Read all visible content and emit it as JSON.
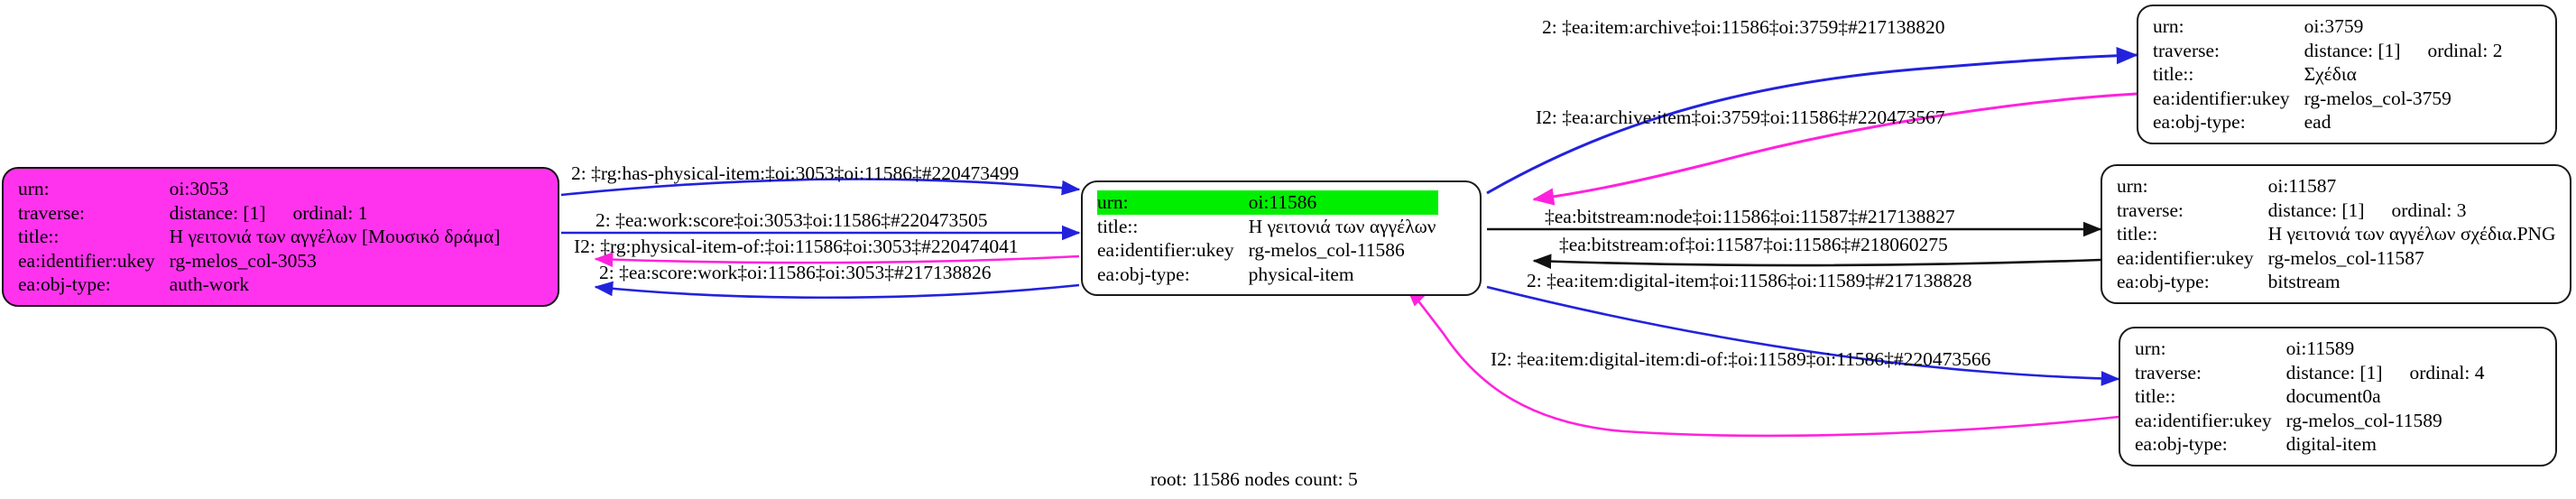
{
  "graph": {
    "footer": "root: 11586 nodes count: 5",
    "colors": {
      "root_highlight": "#00ef00",
      "focus_node_fill": "#ff33ee",
      "edge_blue": "#2222dd",
      "edge_magenta": "#ff22dd",
      "edge_black": "#111111",
      "node_border": "#1a1a1a",
      "node_fill": "#ffffff"
    },
    "field_labels": {
      "urn": "urn:",
      "traverse": "traverse:",
      "title": "title::",
      "ukey": "ea:identifier:ukey",
      "objtype": "ea:obj-type:"
    },
    "nodes": [
      {
        "id": "oi3053",
        "fill": "magenta",
        "highlight_urn": false,
        "fields": {
          "urn": "oi:3053",
          "traverse_distance": "distance: [1]",
          "traverse_ordinal": "ordinal: 1",
          "title": "Η γειτονιά των αγγέλων [Μουσικό δράμα]",
          "ukey": "rg-melos_col-3053",
          "objtype": "auth-work"
        },
        "has_traverse": true
      },
      {
        "id": "oi11586",
        "fill": "white",
        "highlight_urn": true,
        "fields": {
          "urn": "oi:11586",
          "title": "Η γειτονιά των αγγέλων",
          "ukey": "rg-melos_col-11586",
          "objtype": "physical-item"
        },
        "has_traverse": false
      },
      {
        "id": "oi3759",
        "fill": "white",
        "highlight_urn": false,
        "fields": {
          "urn": "oi:3759",
          "traverse_distance": "distance: [1]",
          "traverse_ordinal": "ordinal: 2",
          "title": "Σχέδια",
          "ukey": "rg-melos_col-3759",
          "objtype": "ead"
        },
        "has_traverse": true
      },
      {
        "id": "oi11587",
        "fill": "white",
        "highlight_urn": false,
        "fields": {
          "urn": "oi:11587",
          "traverse_distance": "distance: [1]",
          "traverse_ordinal": "ordinal: 3",
          "title": "Η γειτονιά των αγγέλων σχέδια.PNG",
          "ukey": "rg-melos_col-11587",
          "objtype": "bitstream"
        },
        "has_traverse": true
      },
      {
        "id": "oi11589",
        "fill": "white",
        "highlight_urn": false,
        "fields": {
          "urn": "oi:11589",
          "traverse_distance": "distance: [1]",
          "traverse_ordinal": "ordinal: 4",
          "title": "document0a",
          "ukey": "rg-melos_col-11589",
          "objtype": "digital-item"
        },
        "has_traverse": true
      }
    ],
    "edges": [
      {
        "id": "e1",
        "from": "oi11586",
        "to": "oi3759",
        "color": "#2222dd",
        "label": "2: ‡ea:item:archive‡oi:11586‡oi:3759‡#217138820"
      },
      {
        "id": "e2",
        "from": "oi3759",
        "to": "oi11586",
        "color": "#ff22dd",
        "label": "I2: ‡ea:archive:item‡oi:3759‡oi:11586‡#220473567"
      },
      {
        "id": "e3",
        "from": "oi3053",
        "to": "oi11586",
        "color": "#2222dd",
        "label": "2: ‡rg:has-physical-item:‡oi:3053‡oi:11586‡#220473499"
      },
      {
        "id": "e4",
        "from": "oi3053",
        "to": "oi11586",
        "color": "#2222dd",
        "label": "2: ‡ea:work:score‡oi:3053‡oi:11586‡#220473505"
      },
      {
        "id": "e5",
        "from": "oi11586",
        "to": "oi3053",
        "color": "#ff22dd",
        "label": "I2: ‡rg:physical-item-of:‡oi:11586‡oi:3053‡#220474041"
      },
      {
        "id": "e6",
        "from": "oi11586",
        "to": "oi3053",
        "color": "#2222dd",
        "label": "2: ‡ea:score:work‡oi:11586‡oi:3053‡#217138826"
      },
      {
        "id": "e7",
        "from": "oi11586",
        "to": "oi11587",
        "color": "#111111",
        "label": "‡ea:bitstream:node‡oi:11586‡oi:11587‡#217138827"
      },
      {
        "id": "e8",
        "from": "oi11587",
        "to": "oi11586",
        "color": "#111111",
        "label": "‡ea:bitstream:of‡oi:11587‡oi:11586‡#218060275"
      },
      {
        "id": "e9",
        "from": "oi11586",
        "to": "oi11589",
        "color": "#2222dd",
        "label": "2: ‡ea:item:digital-item‡oi:11586‡oi:11589‡#217138828"
      },
      {
        "id": "e10",
        "from": "oi11589",
        "to": "oi11586",
        "color": "#ff22dd",
        "label": "I2: ‡ea:item:digital-item:di-of:‡oi:11589‡oi:11586‡#220473566"
      }
    ]
  }
}
